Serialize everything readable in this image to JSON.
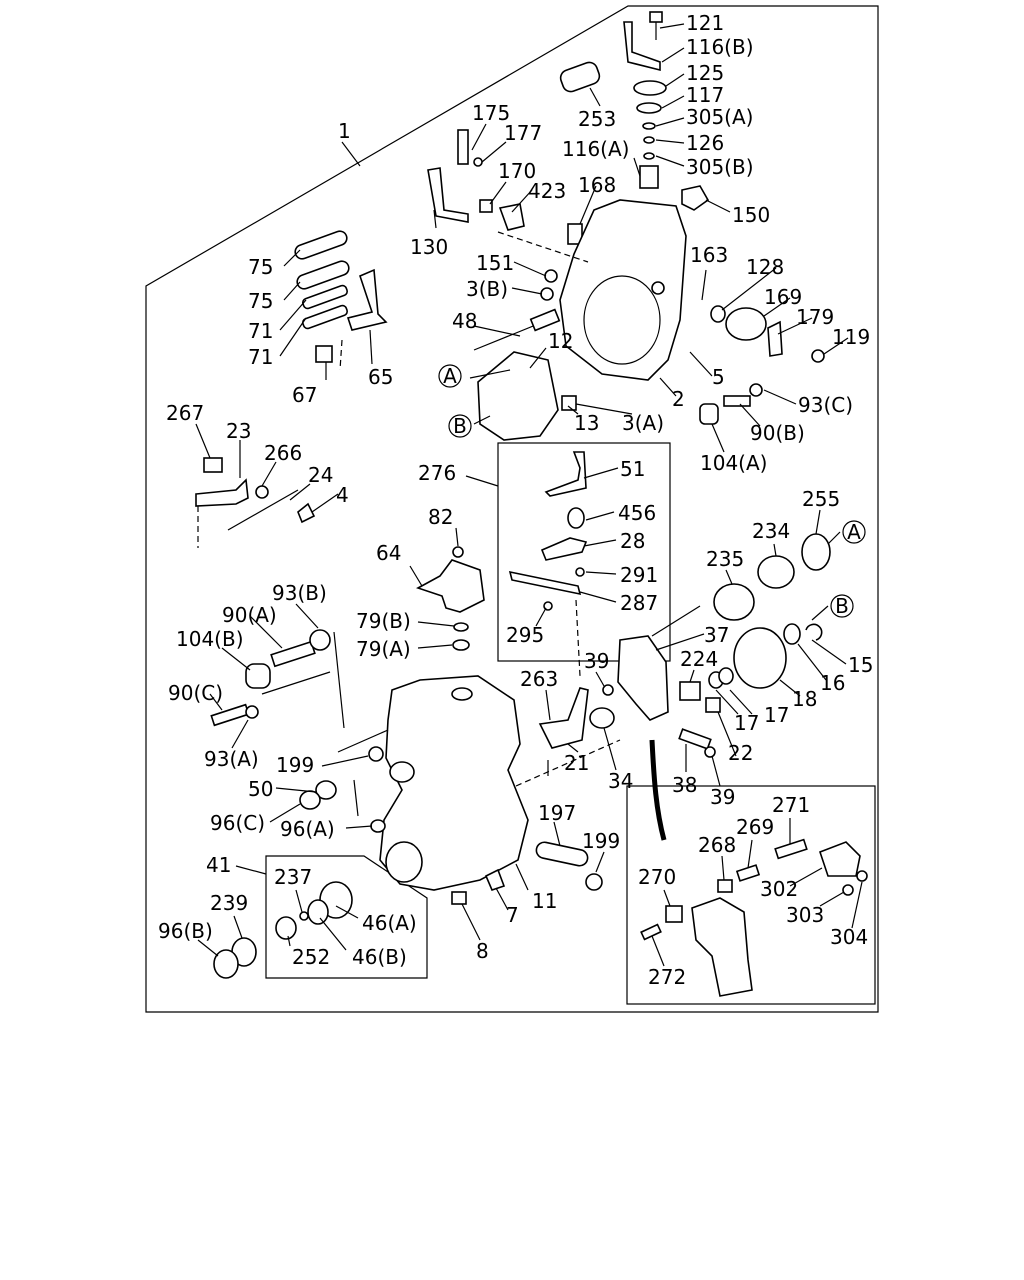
{
  "diagram": {
    "labels": {
      "l1": "1",
      "l121": "121",
      "l116b": "116(B)",
      "l125": "125",
      "l117": "117",
      "l305a": "305(A)",
      "l126": "126",
      "l305b": "305(B)",
      "l116a": "116(A)",
      "l253": "253",
      "l175": "175",
      "l177": "177",
      "l170": "170",
      "l423": "423",
      "l168": "168",
      "l150": "150",
      "l130": "130",
      "l151": "151",
      "l3b": "3(B)",
      "l163": "163",
      "l128": "128",
      "l169": "169",
      "l179": "179",
      "l119": "119",
      "l75a": "75",
      "l75b": "75",
      "l71a": "71",
      "l71b": "71",
      "l65": "65",
      "l67": "67",
      "l48": "48",
      "l12": "12",
      "l5": "5",
      "l2": "2",
      "l13": "13",
      "l3a": "3(A)",
      "l93c": "93(C)",
      "l90b": "90(B)",
      "l104a": "104(A)",
      "l267": "267",
      "l23": "23",
      "l266": "266",
      "l24": "24",
      "l4": "4",
      "l276": "276",
      "l51": "51",
      "l456": "456",
      "l28": "28",
      "l291": "291",
      "l287": "287",
      "l295": "295",
      "l82": "82",
      "l64": "64",
      "l79b": "79(B)",
      "l79a": "79(A)",
      "l255": "255",
      "l234": "234",
      "l235": "235",
      "l37": "37",
      "l15": "15",
      "l16": "16",
      "l18": "18",
      "l224": "224",
      "l17a": "17",
      "l17b": "17",
      "l22": "22",
      "l93b": "93(B)",
      "l90a": "90(A)",
      "l104b": "104(B)",
      "l90c": "90(C)",
      "l93a": "93(A)",
      "l199a": "199",
      "l50": "50",
      "l96c": "96(C)",
      "l96a": "96(A)",
      "l263": "263",
      "l39a": "39",
      "l21": "21",
      "l34": "34",
      "l38": "38",
      "l39b": "39",
      "l197": "197",
      "l199b": "199",
      "l271": "271",
      "l269": "269",
      "l268": "268",
      "l270": "270",
      "l302": "302",
      "l303": "303",
      "l304": "304",
      "l272": "272",
      "l41": "41",
      "l237": "237",
      "l239": "239",
      "l96b": "96(B)",
      "l46a": "46(A)",
      "l46b": "46(B)",
      "l252": "252",
      "l7": "7",
      "l11": "11",
      "l8": "8"
    },
    "markers": {
      "a": "A",
      "b": "B"
    }
  }
}
